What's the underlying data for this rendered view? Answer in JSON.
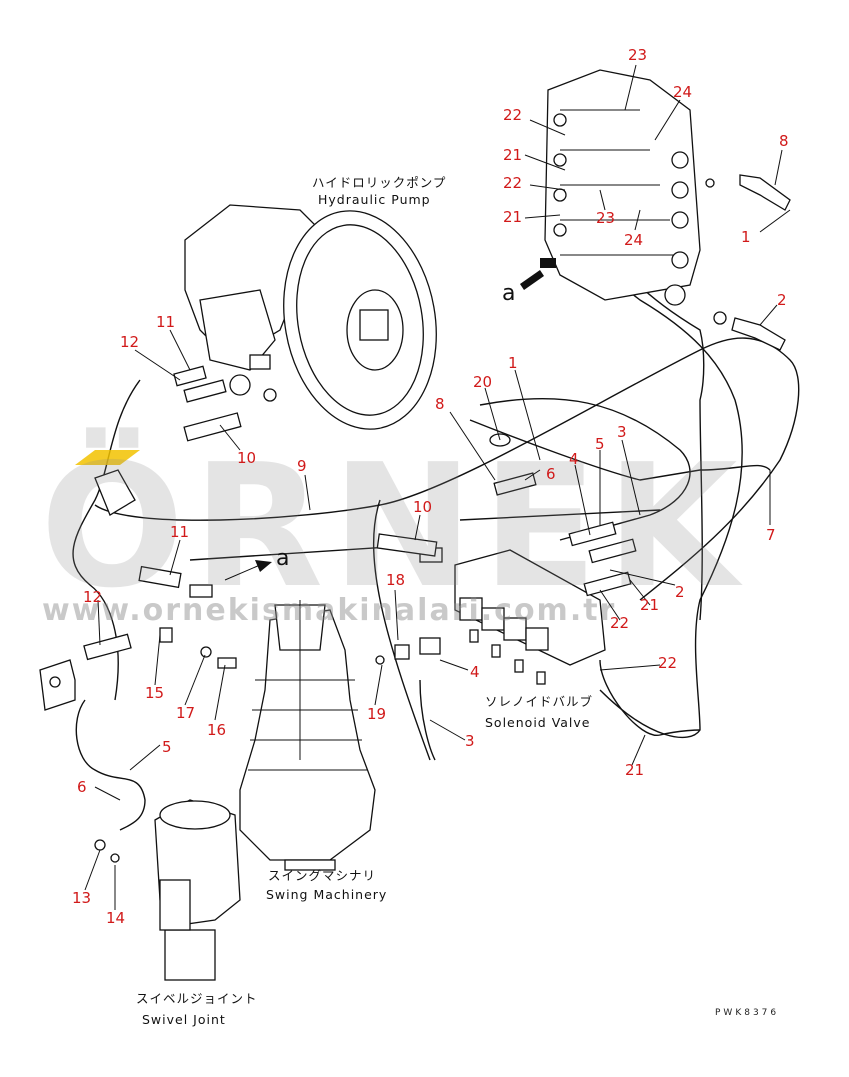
{
  "diagram": {
    "drawing_code": "PWK8376",
    "accent_color": "#d11a1a",
    "components": {
      "hydraulic_pump": {
        "ja": "ハイドロリックポンプ",
        "en": "Hydraulic Pump"
      },
      "solenoid_valve": {
        "ja": "ソレノイドバルブ",
        "en": "Solenoid Valve"
      },
      "swing_machinery": {
        "ja": "スイングマシナリ",
        "en": "Swing Machinery"
      },
      "swivel_joint": {
        "ja": "スイベルジョイント",
        "en": "Swivel Joint"
      }
    },
    "view_markers": [
      "a",
      "a"
    ],
    "callouts": [
      "23",
      "24",
      "22",
      "8",
      "21",
      "22",
      "21",
      "23",
      "24",
      "1",
      "2",
      "1",
      "20",
      "11",
      "12",
      "6",
      "5",
      "3",
      "8",
      "10",
      "9",
      "4",
      "11",
      "7",
      "10",
      "18",
      "12",
      "2",
      "21",
      "22",
      "15",
      "17",
      "16",
      "4",
      "19",
      "22",
      "5",
      "3",
      "21",
      "6",
      "13",
      "14"
    ]
  },
  "watermark": {
    "brand": "ÖRNEK",
    "url": "www.ornekismakinalari.com.tr",
    "colors": {
      "gray": "#8a8a8a",
      "yellow": "#f2c200"
    }
  }
}
